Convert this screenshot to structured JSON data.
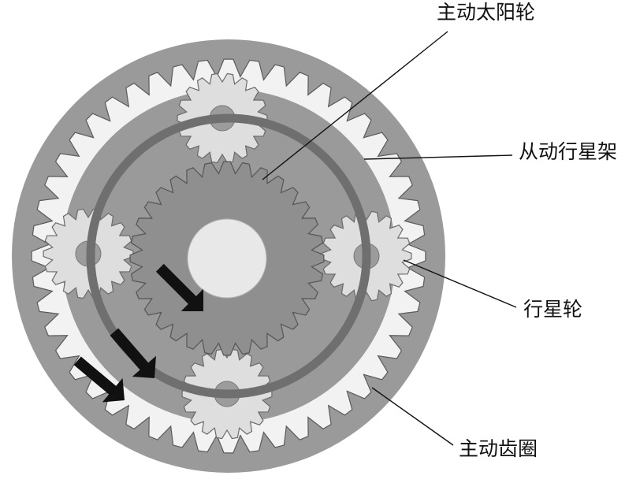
{
  "labels": {
    "sun_gear": "主动太阳轮",
    "planet_carrier": "从动行星架",
    "planet_gear": "行星轮",
    "ring_gear": "主动齿圈"
  },
  "colors": {
    "housing": "#9a9a9a",
    "ring_teeth": "#f2f2f2",
    "planet": "#dedede",
    "carrier_ring": "#6f6f6f",
    "sun": "#8f8f8f",
    "hub": "#e8e8e8",
    "arrow": "#111111",
    "leader": "#111111"
  }
}
